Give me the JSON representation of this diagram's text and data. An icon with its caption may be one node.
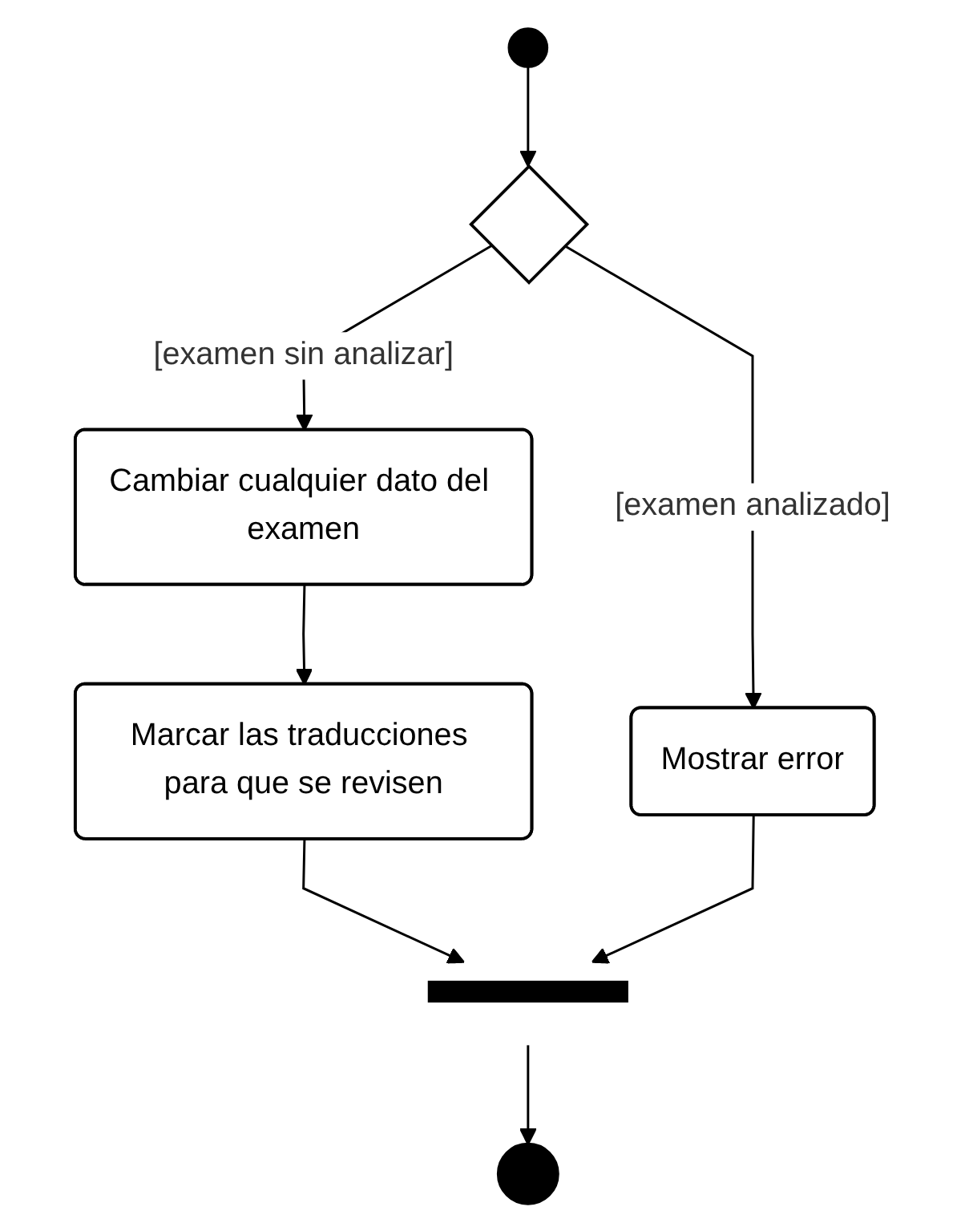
{
  "diagram": {
    "nodes": [
      {
        "text": [],
        "shape": "circle"
      },
      {
        "text": [],
        "shape": "diamond"
      },
      {
        "text": [
          "Cambiar cualquier dato del examen"
        ]
      },
      {
        "text": [
          "Mostrar error"
        ]
      },
      {
        "text": [
          "Marcar las traducciones para que se revisen"
        ]
      },
      {
        "text": [],
        "shape": "bar"
      },
      {
        "text": [],
        "shape": "circle"
      }
    ],
    "edges": [
      {
        "from": 0,
        "to": 1,
        "arrow": "to"
      },
      {
        "from": 1,
        "to": 2,
        "arrow": "to",
        "label": "[examen sin analizar]"
      },
      {
        "from": 1,
        "to": 3,
        "arrow": "to",
        "label": "[examen analizado]"
      },
      {
        "from": 2,
        "to": 4,
        "arrow": "to"
      },
      {
        "from": 4,
        "to": 5,
        "arrow": "to"
      },
      {
        "from": 3,
        "to": 5,
        "arrow": "to"
      },
      {
        "from": 5,
        "to": 6,
        "arrow": "to"
      }
    ]
  }
}
